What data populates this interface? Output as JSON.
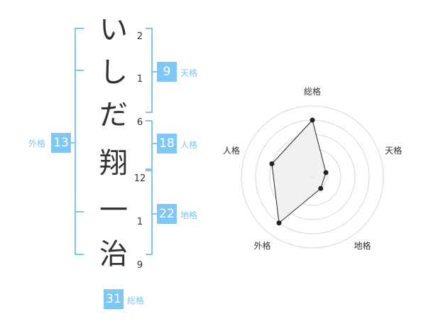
{
  "name": {
    "chars": [
      {
        "char": "い",
        "strokes": "2"
      },
      {
        "char": "し",
        "strokes": "1"
      },
      {
        "char": "だ",
        "strokes": "6"
      },
      {
        "char": "翔",
        "strokes": "12"
      },
      {
        "char": "一",
        "strokes": "1"
      },
      {
        "char": "治",
        "strokes": "9"
      }
    ]
  },
  "kakusu": {
    "tenkaku": {
      "label": "天格",
      "value": "9"
    },
    "jinkaku": {
      "label": "人格",
      "value": "18"
    },
    "chikaku": {
      "label": "地格",
      "value": "22"
    },
    "gaikaku": {
      "label": "外格",
      "value": "13"
    },
    "soukaku": {
      "label": "総格",
      "value": "31"
    }
  },
  "chart_data": {
    "type": "radar",
    "axes": [
      "総格",
      "天格",
      "地格",
      "外格",
      "人格"
    ],
    "values": [
      4,
      1,
      1,
      4,
      3
    ],
    "max": 5,
    "rings": 5,
    "colors": {
      "fill": "#f0f0f0",
      "line": "#222222",
      "grid": "#d8d8d8",
      "center": "#c8c8c8"
    }
  },
  "colors": {
    "accent": "#7fc7f4",
    "text": "#333333"
  }
}
